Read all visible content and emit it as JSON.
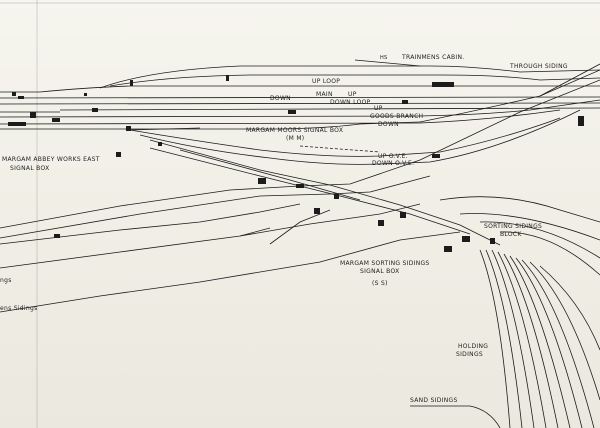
{
  "labels": {
    "trainmens_cabin": "Trainmens Cabin.",
    "through_siding": "Through Siding",
    "hs": "HS",
    "up_loop": "Up Loop",
    "down": "Down",
    "main": "Main",
    "up": "Up",
    "down_loop": "Down Loop",
    "up_goods": "Up",
    "goods_branch": "Goods Branch",
    "down_goods": "Down",
    "margam_moors": "Margam Moors Signal Box",
    "mm": "(M M)",
    "margam_abbey": "Margam Abbey Works East",
    "signal_box": "Signal Box",
    "up_ove": "Up O.V.E.",
    "down_ove": "Down O.V.E.",
    "sorting_sidings_block": "Sorting Sidings",
    "block": "Block",
    "margam_sorting": "Margam Sorting Sidings",
    "signal_box_2": "Signal Box",
    "ss": "(S S)",
    "ngs_left": "ngs",
    "ens_sidings": "ens Sidings",
    "holding": "Holding",
    "sidings": "Sidings",
    "sand_sidings": "Sand Sidings"
  }
}
